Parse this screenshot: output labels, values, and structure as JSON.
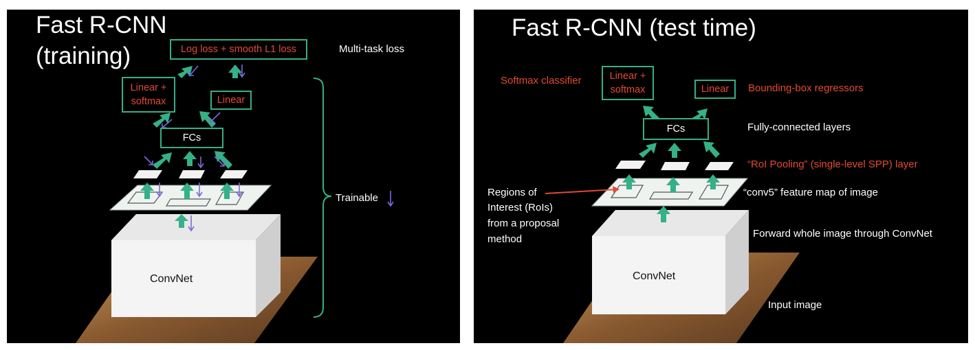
{
  "left": {
    "title_line1": "Fast R-CNN",
    "title_line2": "(training)",
    "loss_box": "Log loss + smooth L1 loss",
    "multitask_label": "Multi-task loss",
    "cls_box": "Linear + softmax",
    "reg_box": "Linear",
    "fc_box": "FCs",
    "trainable_label": "Trainable",
    "convnet_label": "ConvNet"
  },
  "right": {
    "title": "Fast R-CNN (test time)",
    "softmax_label": "Softmax classifier",
    "cls_box": "Linear + softmax",
    "reg_box": "Linear",
    "bbox_label": "Bounding-box regressors",
    "fc_box": "FCs",
    "fc_label": "Fully-connected layers",
    "roi_pool_label": "“RoI Pooling” (single-level SPP) layer",
    "regions_label_1": "Regions of",
    "regions_label_2": "Interest (RoIs)",
    "regions_label_3": "from a proposal",
    "regions_label_4": "method",
    "conv5_label": "“conv5” feature map of image",
    "forward_label": "Forward whole image through ConvNet",
    "convnet_label": "ConvNet",
    "input_label": "Input image"
  },
  "colors": {
    "slide_bg": "#000000",
    "arrow_green": "#35b088",
    "backprop_purple": "#7a6ad8",
    "label_red": "#e24a30",
    "bracket_green": "#35b088"
  }
}
